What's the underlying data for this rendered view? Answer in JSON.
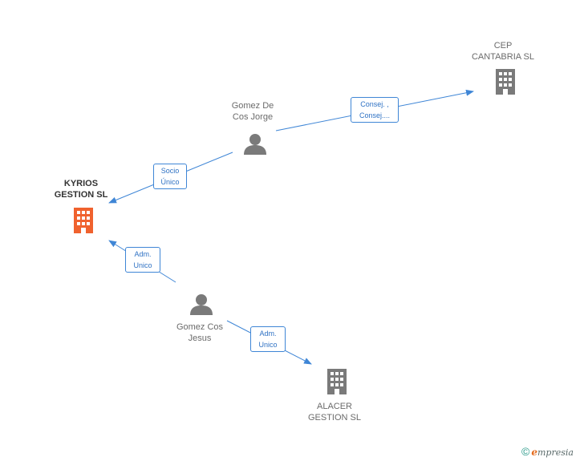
{
  "colors": {
    "edge": "#3f86d6",
    "company": "#7a7a7a",
    "main_company": "#f0622e",
    "person": "#7a7a7a"
  },
  "nodes": {
    "cep": {
      "line1": "CEP",
      "line2": "CANTABRIA SL",
      "icon": "building-icon"
    },
    "gomez_jorge": {
      "line1": "Gomez De",
      "line2": "Cos Jorge",
      "icon": "person-icon"
    },
    "kyrios": {
      "line1": "KYRIOS",
      "line2": "GESTION SL",
      "icon": "building-icon"
    },
    "gomez_jesus": {
      "line1": "Gomez Cos",
      "line2": "Jesus",
      "icon": "person-icon"
    },
    "alacer": {
      "line1": "ALACER",
      "line2": "GESTION SL",
      "icon": "building-icon"
    }
  },
  "edges": {
    "jorge_cep": {
      "line1": "Consej. ,",
      "line2": "Consej...."
    },
    "jorge_kyrios": {
      "line1": "Socio",
      "line2": "Único"
    },
    "jesus_kyrios": {
      "line1": "Adm.",
      "line2": "Unico"
    },
    "jesus_alacer": {
      "line1": "Adm.",
      "line2": "Unico"
    }
  },
  "footer": {
    "copyright_symbol": "©",
    "brand_initial": "e",
    "brand_rest": "mpresia"
  }
}
